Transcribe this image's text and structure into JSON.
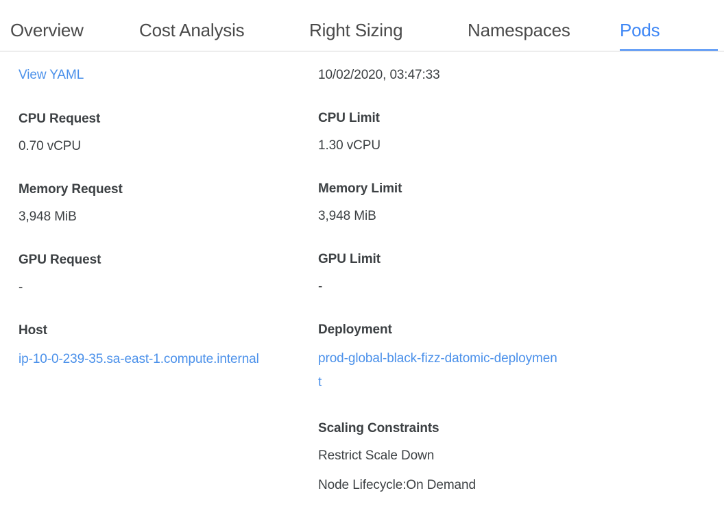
{
  "tabs": [
    {
      "label": "Overview",
      "active": false
    },
    {
      "label": "Cost Analysis",
      "active": false
    },
    {
      "label": "Right Sizing",
      "active": false
    },
    {
      "label": "Namespaces",
      "active": false
    },
    {
      "label": "Pods",
      "active": true
    }
  ],
  "colors": {
    "accent": "#3f87f5",
    "link": "#4a90ea",
    "text": "#3c4043",
    "tab_inactive": "#4a4a4a",
    "divider": "#ededed",
    "background": "#ffffff"
  },
  "details": {
    "view_yaml_link": "View YAML",
    "timestamp": "10/02/2020, 03:47:33",
    "cpu_request": {
      "label": "CPU Request",
      "value": "0.70 vCPU"
    },
    "cpu_limit": {
      "label": "CPU Limit",
      "value": "1.30 vCPU"
    },
    "memory_request": {
      "label": "Memory Request",
      "value": "3,948 MiB"
    },
    "memory_limit": {
      "label": "Memory Limit",
      "value": "3,948 MiB"
    },
    "gpu_request": {
      "label": "GPU Request",
      "value": "-"
    },
    "gpu_limit": {
      "label": "GPU Limit",
      "value": "-"
    },
    "host": {
      "label": "Host",
      "value": "ip-10-0-239-35.sa-east-1.compute.internal"
    },
    "deployment": {
      "label": "Deployment",
      "value": "prod-global-black-fizz-datomic-deployment"
    },
    "scaling_constraints": {
      "label": "Scaling Constraints",
      "items": [
        "Restrict Scale Down",
        "Node Lifecycle:On Demand"
      ]
    }
  }
}
